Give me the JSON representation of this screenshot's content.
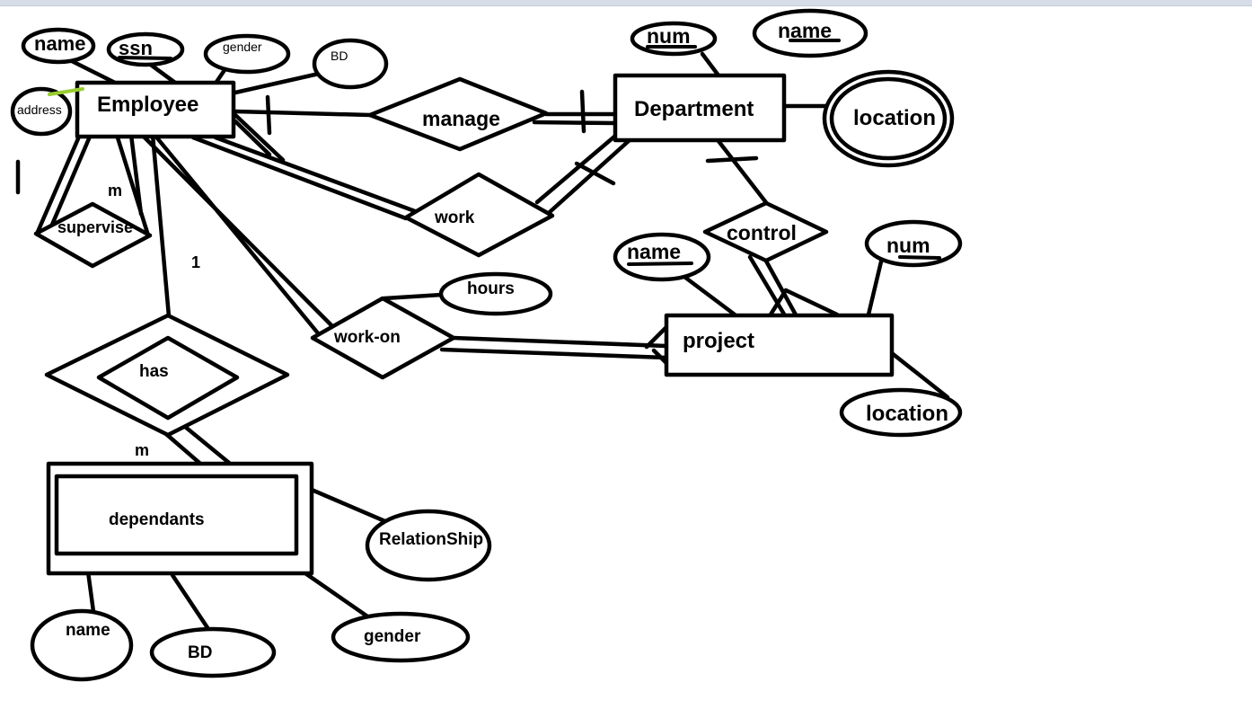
{
  "diagram": {
    "entities": {
      "employee": "Employee",
      "department": "Department",
      "project": "project",
      "dependants": "dependants"
    },
    "relationships": {
      "manage": "manage",
      "work": "work",
      "supervise": "supervise",
      "has": "has",
      "work_on": "work-on",
      "control": "control"
    },
    "attributes": {
      "employee_name": "name",
      "employee_ssn": "ssn",
      "employee_gender": "gender",
      "employee_bd": "BD",
      "employee_address": "address",
      "department_num": "num",
      "department_name": "name",
      "department_location": "location",
      "project_name": "name",
      "project_num": "num",
      "project_location": "location",
      "work_on_hours": "hours",
      "dependants_relationship": "RelationShip",
      "dependants_name": "name",
      "dependants_bd": "BD",
      "dependants_gender": "gender"
    },
    "cardinalities": {
      "supervise_m": "m",
      "has_1": "1",
      "has_m": "m"
    }
  }
}
